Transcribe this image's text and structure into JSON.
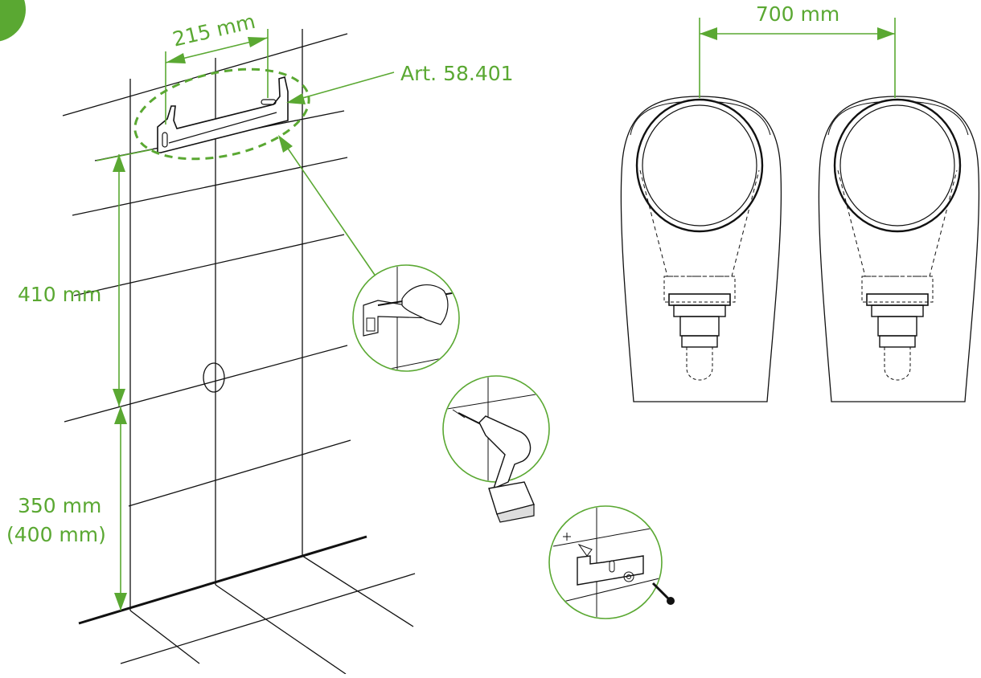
{
  "labels": {
    "width_bracket": "215 mm",
    "article": "Art. 58.401",
    "urinal_spacing": "700 mm",
    "height_upper": "410 mm",
    "height_lower": "350 mm",
    "height_lower_alt": "(400 mm)"
  },
  "colors": {
    "accent": "#5aa832",
    "line": "#111111"
  },
  "icons": [
    "pencil-hand-icon",
    "drill-icon",
    "screw-icon",
    "urinal-icon"
  ]
}
